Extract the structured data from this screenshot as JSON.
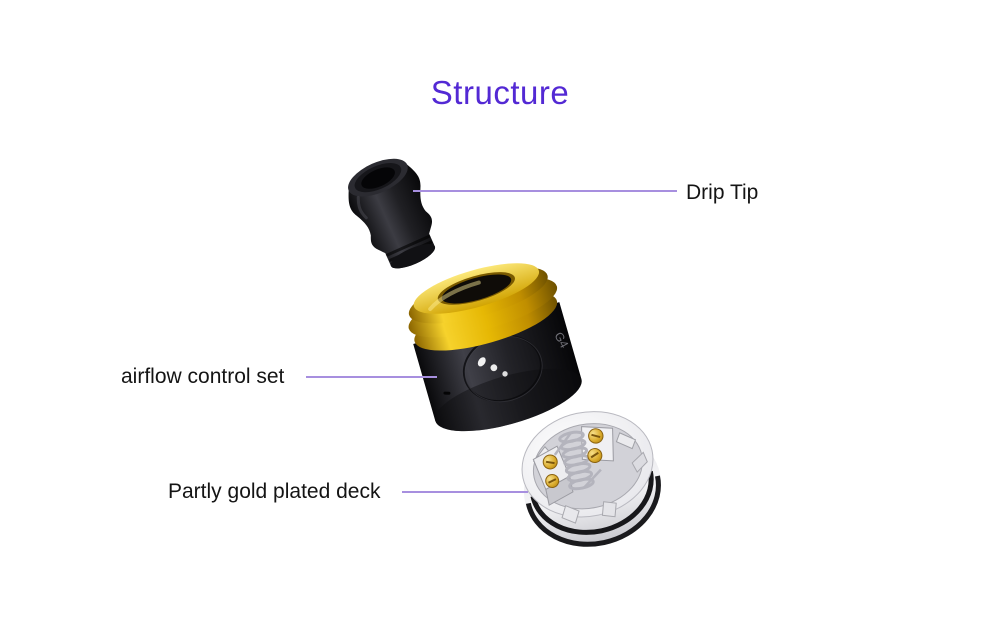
{
  "theme": {
    "background": "#ffffff",
    "title_color": "#5329d4",
    "label_color": "#141414",
    "leader_line_color": "#a78fdf"
  },
  "title": {
    "text": "Structure"
  },
  "diagram": {
    "side_marking": "G4",
    "labels": [
      {
        "id": "drip-tip",
        "text": "Drip Tip"
      },
      {
        "id": "airflow-control-set",
        "text": "airflow control set"
      },
      {
        "id": "partly-gold-plated-deck",
        "text": "Partly gold plated deck"
      }
    ],
    "parts": [
      {
        "id": "drip-tip-part",
        "label": "Drip Tip"
      },
      {
        "id": "atomizer-body-part",
        "label": "airflow control set"
      },
      {
        "id": "deck-part",
        "label": "Partly gold plated deck"
      }
    ],
    "product_colors": {
      "drip_tip_black": "#1b1b1e",
      "barrel_black": "#232328",
      "top_cap_yellow": "#e6b804",
      "deck_silver": "#ededf0",
      "screw_gold": "#d8a828",
      "o_ring_black": "#1a1a1d"
    }
  }
}
